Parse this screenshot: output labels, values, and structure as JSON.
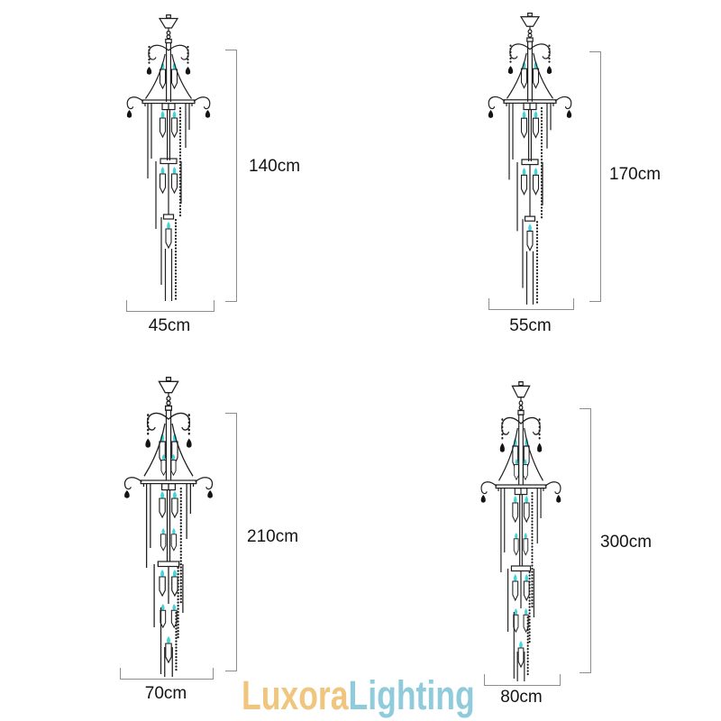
{
  "page": {
    "background": "#ffffff",
    "description": "Chandelier size comparison diagram with four crystal chandelier line drawings and their dimensions"
  },
  "products": [
    {
      "id": "size-1",
      "height": "140cm",
      "width": "45cm"
    },
    {
      "id": "size-2",
      "height": "170cm",
      "width": "55cm"
    },
    {
      "id": "size-3",
      "height": "210cm",
      "width": "70cm"
    },
    {
      "id": "size-4",
      "height": "300cm",
      "width": "80cm"
    }
  ],
  "watermark": {
    "primary": "Luxora",
    "secondary": "Lighting",
    "primary_color": "#f0c57e",
    "secondary_color": "#8fcbdb"
  },
  "colors": {
    "fixture_line": "#1f1f1f",
    "flame_accent": "#41d4da",
    "dimension_line": "#8d8d8d",
    "label_text": "#141414"
  },
  "icons": [
    {
      "name": "chandelier-diagram",
      "meaning": "cascading crystal chandelier line drawing with teal candle flames"
    }
  ]
}
